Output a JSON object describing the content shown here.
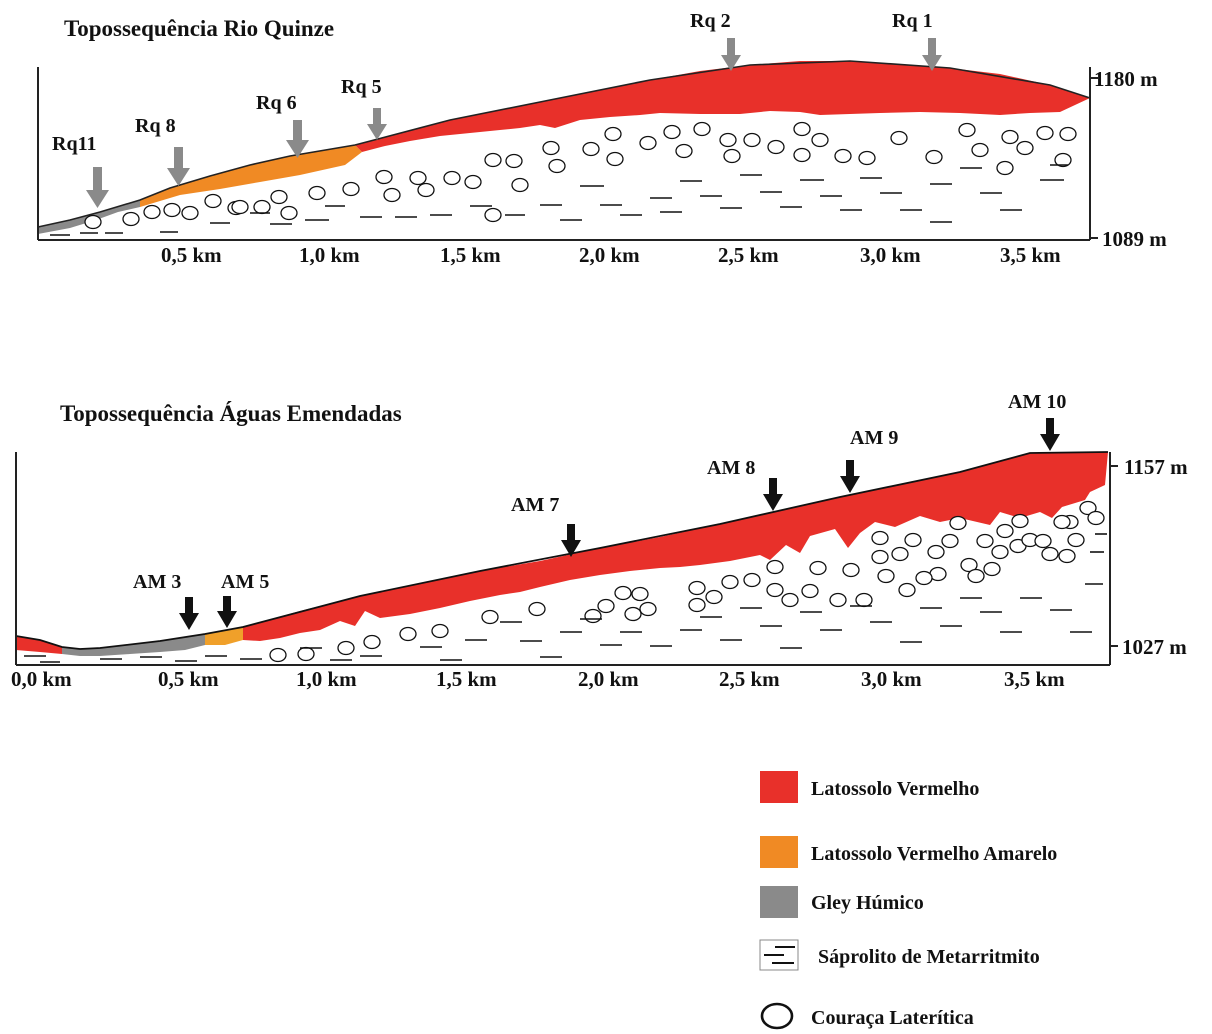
{
  "colors": {
    "latossolo_vermelho": "#e8302a",
    "latossolo_vermelho_amarelo": "#f08a24",
    "latossolo_vermelho_amarelo_upper": "#f0a02a",
    "gley_humico": "#8a8a8a",
    "arrow_upper": "#8a8a8a",
    "arrow_lower": "#111111"
  },
  "upper": {
    "title": "Topossequência  Rio Quinze",
    "elev_top": "1180 m",
    "elev_bottom": "1089 m",
    "ticks": [
      "0,5 km",
      "1,0 km",
      "1,5 km",
      "2,0 km",
      "2,5 km",
      "3,0 km",
      "3,5 km"
    ],
    "markers": [
      "Rq11",
      "Rq 8",
      "Rq 6",
      "Rq 5",
      "Rq 2",
      "Rq 1"
    ]
  },
  "lower": {
    "title": "Topossequência Águas Emendadas",
    "elev_top": "1157 m",
    "elev_bottom": "1027 m",
    "ticks": [
      "0,0 km",
      "0,5 km",
      "1,0 km",
      "1,5 km",
      "2,0 km",
      "2,5 km",
      "3,0 km",
      "3,5 km"
    ],
    "markers": [
      "AM 3",
      "AM 5",
      "AM 7",
      "AM 8",
      "AM 9",
      "AM 10"
    ]
  },
  "legend": {
    "items": [
      {
        "label": "Latossolo Vermelho",
        "symbol": "red-fill"
      },
      {
        "label": "Latossolo Vermelho Amarelo",
        "symbol": "orange-fill"
      },
      {
        "label": "Gley Húmico",
        "symbol": "gray-fill"
      },
      {
        "label": "Sáprolito de  Metarritmito",
        "symbol": "dash-lines"
      },
      {
        "label": "Couraça Laterítica",
        "symbol": "circle"
      }
    ]
  }
}
